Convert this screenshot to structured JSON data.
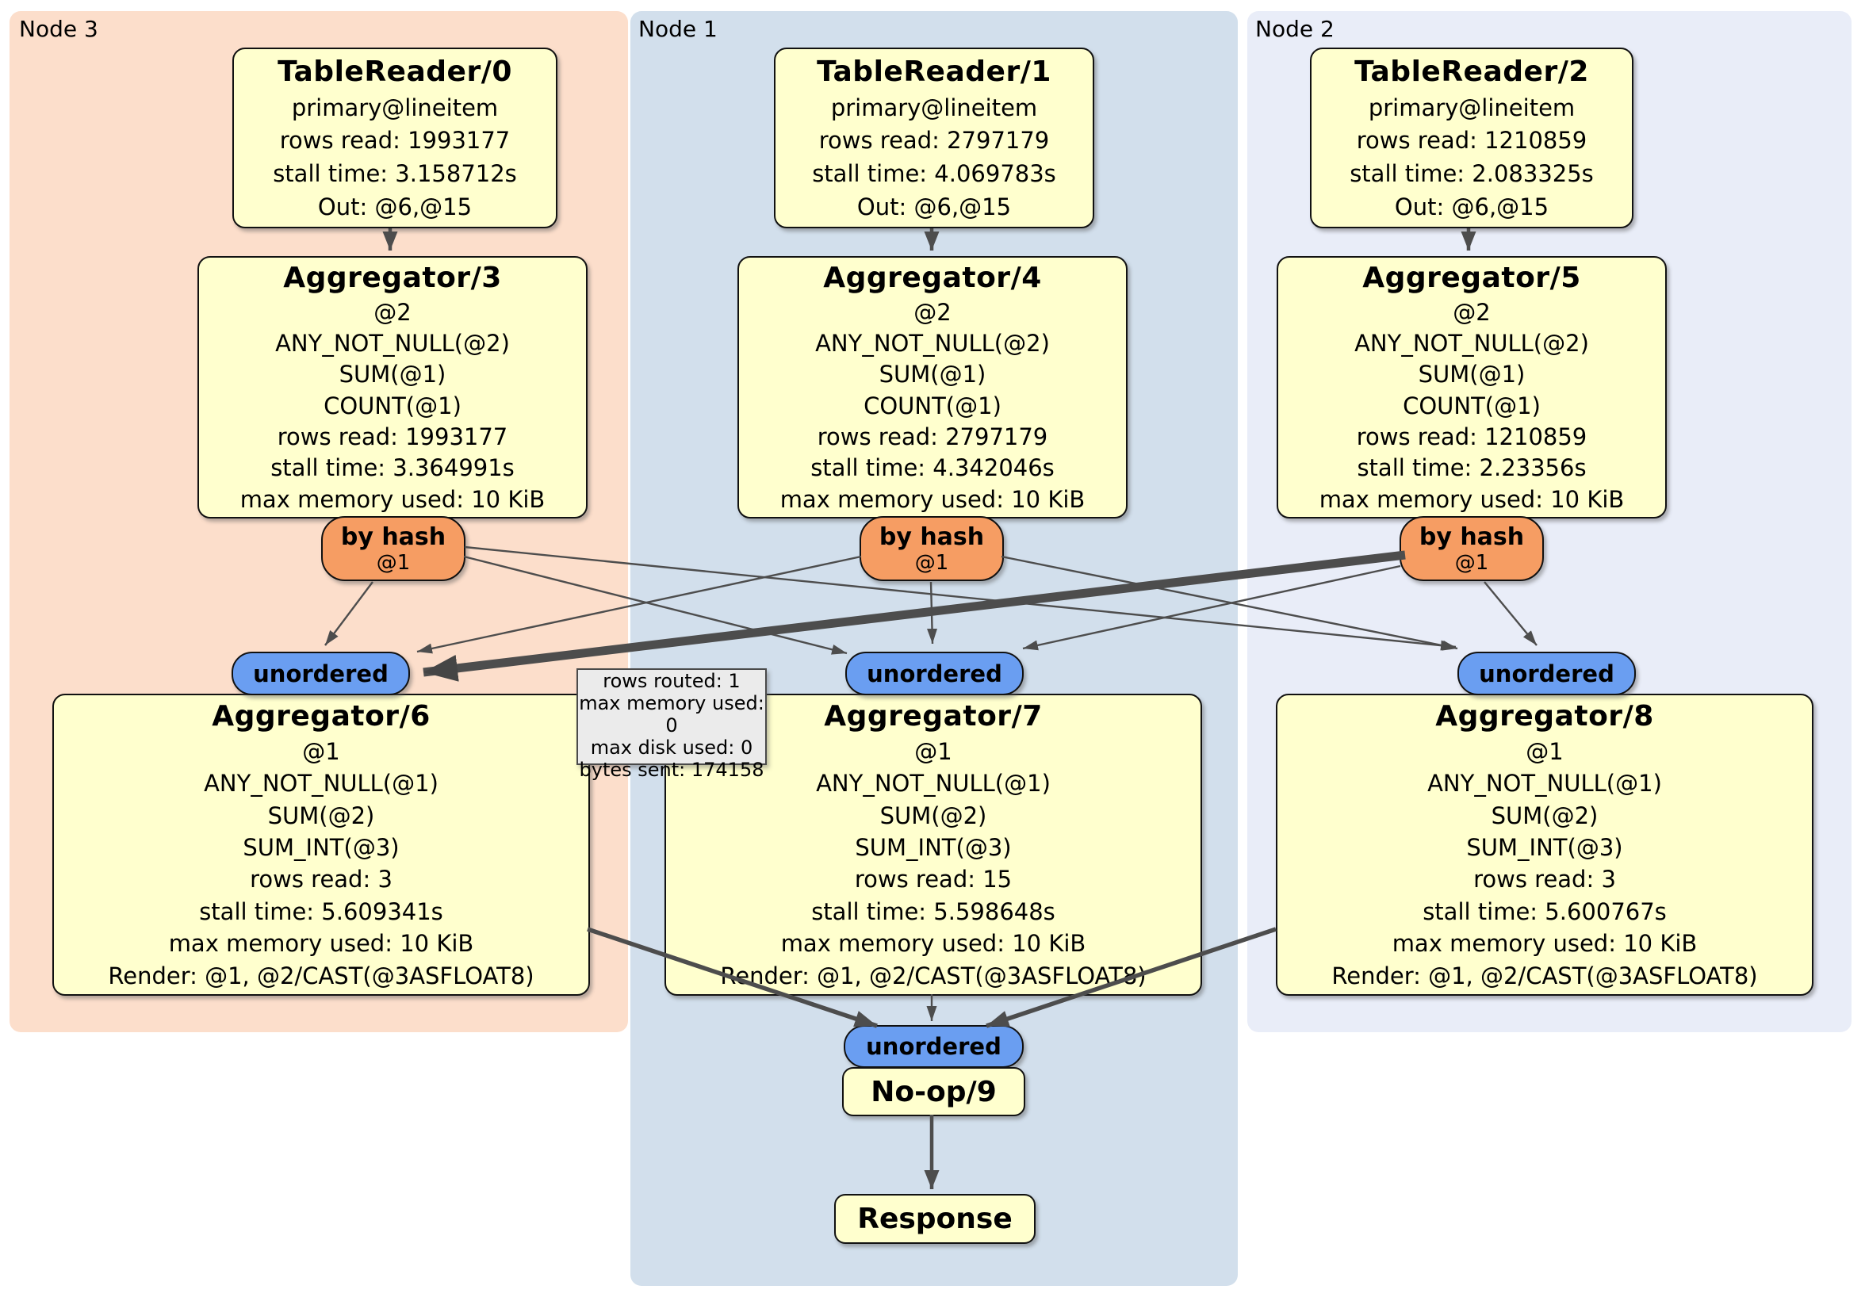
{
  "panels": {
    "node3": {
      "label": "Node 3"
    },
    "node1": {
      "label": "Node 1"
    },
    "node2": {
      "label": "Node 2"
    }
  },
  "processors": {
    "tr0": {
      "title": "TableReader/0",
      "lines": [
        "primary@lineitem",
        "rows read: 1993177",
        "stall time: 3.158712s",
        "Out: @6,@15"
      ]
    },
    "tr1": {
      "title": "TableReader/1",
      "lines": [
        "primary@lineitem",
        "rows read: 2797179",
        "stall time: 4.069783s",
        "Out: @6,@15"
      ]
    },
    "tr2": {
      "title": "TableReader/2",
      "lines": [
        "primary@lineitem",
        "rows read: 1210859",
        "stall time: 2.083325s",
        "Out: @6,@15"
      ]
    },
    "agg3": {
      "title": "Aggregator/3",
      "lines": [
        "@2",
        "ANY_NOT_NULL(@2)",
        "SUM(@1)",
        "COUNT(@1)",
        "rows read: 1993177",
        "stall time: 3.364991s",
        "max memory used: 10 KiB"
      ]
    },
    "agg4": {
      "title": "Aggregator/4",
      "lines": [
        "@2",
        "ANY_NOT_NULL(@2)",
        "SUM(@1)",
        "COUNT(@1)",
        "rows read: 2797179",
        "stall time: 4.342046s",
        "max memory used: 10 KiB"
      ]
    },
    "agg5": {
      "title": "Aggregator/5",
      "lines": [
        "@2",
        "ANY_NOT_NULL(@2)",
        "SUM(@1)",
        "COUNT(@1)",
        "rows read: 1210859",
        "stall time: 2.23356s",
        "max memory used: 10 KiB"
      ]
    },
    "agg6": {
      "title": "Aggregator/6",
      "lines": [
        "@1",
        "ANY_NOT_NULL(@1)",
        "SUM(@2)",
        "SUM_INT(@3)",
        "rows read: 3",
        "stall time: 5.609341s",
        "max memory used: 10 KiB",
        "Render: @1, @2/CAST(@3ASFLOAT8)"
      ]
    },
    "agg7": {
      "title": "Aggregator/7",
      "lines": [
        "@1",
        "ANY_NOT_NULL(@1)",
        "SUM(@2)",
        "SUM_INT(@3)",
        "rows read: 15",
        "stall time: 5.598648s",
        "max memory used: 10 KiB",
        "Render: @1, @2/CAST(@3ASFLOAT8)"
      ]
    },
    "agg8": {
      "title": "Aggregator/8",
      "lines": [
        "@1",
        "ANY_NOT_NULL(@1)",
        "SUM(@2)",
        "SUM_INT(@3)",
        "rows read: 3",
        "stall time: 5.600767s",
        "max memory used: 10 KiB",
        "Render: @1, @2/CAST(@3ASFLOAT8)"
      ]
    },
    "noop": {
      "title": "No-op/9"
    },
    "response": {
      "title": "Response"
    }
  },
  "router": {
    "label": "by hash",
    "sub": "@1"
  },
  "sync": {
    "label": "unordered"
  },
  "tooltip": {
    "lines": [
      "rows routed: 1",
      "max memory used: 0",
      "max disk used: 0",
      "bytes sent: 174158"
    ]
  },
  "colors": {
    "peach": "#fcdecb",
    "blue1": "#d2dfec",
    "blue2": "#e9edf8",
    "boxfill": "#ffffce",
    "router": "#f69d63",
    "sync": "#6a9ef1",
    "edge": "#4d4d4d",
    "tooltipbg": "#ebebeb"
  }
}
